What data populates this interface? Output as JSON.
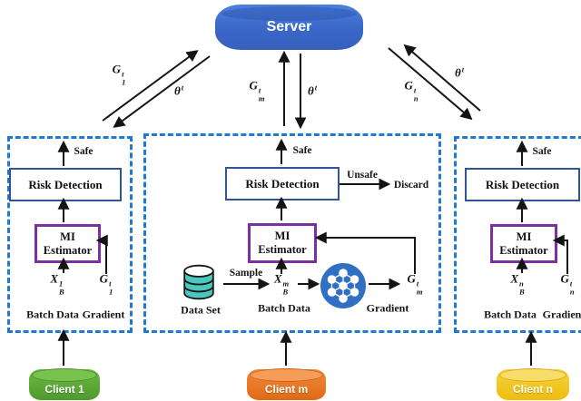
{
  "server": {
    "label": "Server"
  },
  "links": {
    "uplinks": [
      {
        "base": "G",
        "sub": "1",
        "sup": "t"
      },
      {
        "base": "G",
        "sub": "m",
        "sup": "t"
      },
      {
        "base": "G",
        "sub": "n",
        "sup": "t"
      }
    ],
    "downlinks": [
      {
        "base": "θ",
        "sup": "t"
      },
      {
        "base": "θ",
        "sup": "t"
      },
      {
        "base": "θ",
        "sup": "t"
      }
    ]
  },
  "panels": [
    {
      "safe": "Safe",
      "risk": "Risk Detection",
      "mi": [
        "MI",
        "Estimator"
      ],
      "batch_math": {
        "base": "X",
        "sub": "B",
        "sup": "1"
      },
      "grad_math": {
        "base": "G",
        "sub": "1",
        "sup": "t"
      },
      "batch_caption": "Batch Data",
      "grad_caption": "Gradient"
    },
    {
      "safe": "Safe",
      "risk": "Risk Detection",
      "unsafe": "Unsafe",
      "discard": "Discard",
      "mi": [
        "MI",
        "Estimator"
      ],
      "sample": "Sample",
      "dataset_caption": "Data Set",
      "batch_math": {
        "base": "X",
        "sub": "B",
        "sup": "m"
      },
      "grad_math": {
        "base": "G",
        "sub": "m",
        "sup": "t"
      },
      "batch_caption": "Batch Data",
      "grad_caption": "Gradient"
    },
    {
      "safe": "Safe",
      "risk": "Risk Detection",
      "mi": [
        "MI",
        "Estimator"
      ],
      "batch_math": {
        "base": "X",
        "sub": "B",
        "sup": "n"
      },
      "grad_math": {
        "base": "G",
        "sub": "n",
        "sup": "t"
      },
      "batch_caption": "Batch Data",
      "grad_caption": "Gradient"
    }
  ],
  "clients": [
    {
      "label": "Client 1",
      "color": "#5aa636"
    },
    {
      "label": "Client m",
      "color": "#e8701d"
    },
    {
      "label": "Client n",
      "color": "#f0c419"
    }
  ],
  "colors": {
    "server_blue": "#3e6fd0",
    "panel_dash_blue": "#1f7ad4",
    "risk_box_border": "#2f5597",
    "mi_box_border": "#7b2fa0",
    "dataset_teal": "#4cc7bd",
    "network_blue": "#2f6fc4"
  }
}
